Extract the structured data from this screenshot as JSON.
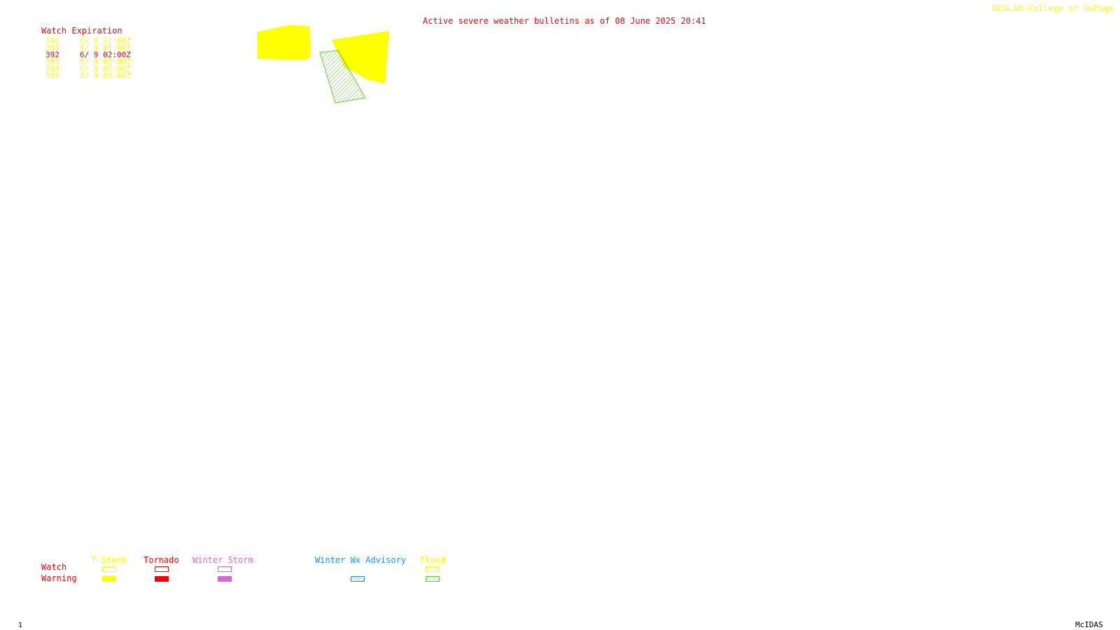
{
  "header": {
    "credit": "NEXLAB-College of DuPage",
    "bulletin_title": "Active severe weather bulletins as of 08 June 2025 20:41"
  },
  "watch_expiration": {
    "heading": "Watch Expiration",
    "rows": [
      {
        "id": "390",
        "expires": "6/ 8 21:00Z",
        "color": "#ffff00"
      },
      {
        "id": "391",
        "expires": "6/ 9 01:00Z",
        "color": "#ffff00"
      },
      {
        "id": "392",
        "expires": "6/ 9 02:00Z",
        "color": "#ff0000"
      },
      {
        "id": "393",
        "expires": "6/ 9 02:00Z",
        "color": "#ffff00"
      },
      {
        "id": "394",
        "expires": "6/ 9 02:00Z",
        "color": "#ffff00"
      },
      {
        "id": "395",
        "expires": "6/ 9 03:00Z",
        "color": "#ffff00"
      }
    ]
  },
  "legend": {
    "row_labels": {
      "watch": "Watch",
      "warning": "Warning"
    },
    "categories": [
      {
        "name": "T-Storm",
        "color": "#ffff00"
      },
      {
        "name": "Tornado",
        "color": "#ff0000"
      },
      {
        "name": "Winter Storm",
        "color": "#d966d9"
      },
      {
        "name": "Winter Wx Advisory",
        "color": "#1e90ff"
      },
      {
        "name": "Flood",
        "color": "#ffff00",
        "warning_color": "#66cc33"
      }
    ]
  },
  "footer": {
    "frame_number": "1",
    "software": "McIDAS"
  },
  "map_features": [
    {
      "type": "severe-thunderstorm-warning",
      "color": "#ffff00",
      "style": "filled"
    },
    {
      "type": "severe-thunderstorm-warning",
      "color": "#ffff00",
      "style": "filled"
    },
    {
      "type": "flood-warning",
      "color": "#66cc33",
      "style": "hatched"
    }
  ]
}
